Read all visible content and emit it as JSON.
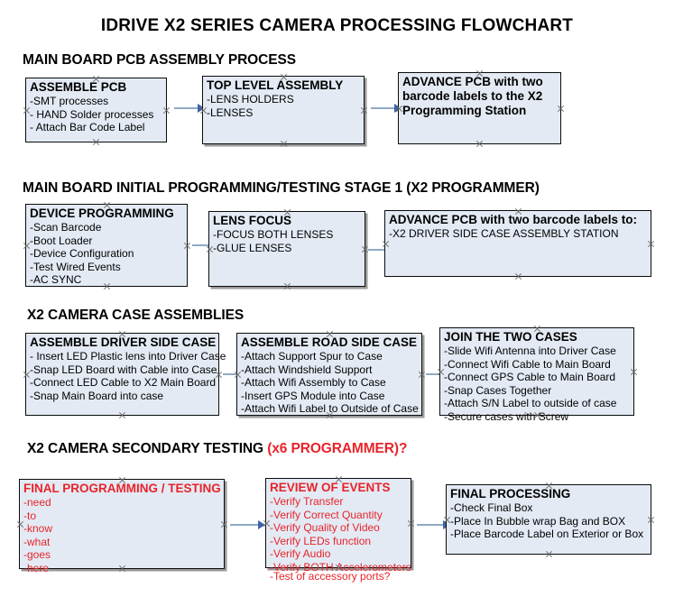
{
  "document": {
    "title": "IDRIVE X2  SERIES CAMERA PROCESSING FLOWCHART"
  },
  "colors": {
    "node_fill": "#e3eaf4",
    "node_border": "#0b0b0b",
    "accent_red": "#e8242a",
    "arrow_line": "#8fa9c4",
    "arrow_head": "#3f63a8"
  },
  "sections": [
    {
      "heading": "MAIN BOARD PCB ASSEMBLY PROCESS",
      "heading_accent": "",
      "nodes": [
        {
          "title": "ASSEMBLE PCB",
          "lines": [
            "-SMT processes",
            "- HAND Solder processes",
            "- Attach Bar Code Label"
          ]
        },
        {
          "title": "TOP LEVEL ASSEMBLY",
          "lines": [
            "-LENS HOLDERS",
            "-LENSES"
          ]
        },
        {
          "title": "ADVANCE PCB with two barcode labels to the  X2 Programming Station",
          "lines": []
        }
      ]
    },
    {
      "heading": "MAIN BOARD INITIAL PROGRAMMING/TESTING STAGE 1 (X2 PROGRAMMER)",
      "heading_accent": "",
      "nodes": [
        {
          "title": "DEVICE PROGRAMMING",
          "lines": [
            "-Scan Barcode",
            "-Boot Loader",
            "-Device Configuration",
            "-Test Wired Events",
            "-AC SYNC"
          ]
        },
        {
          "title": "LENS FOCUS",
          "lines": [
            "-FOCUS BOTH LENSES",
            "-GLUE LENSES"
          ]
        },
        {
          "title": "ADVANCE PCB with two barcode labels to:",
          "lines": [
            "-X2 DRIVER  SIDE  CASE  ASSEMBLY STATION"
          ]
        }
      ]
    },
    {
      "heading": "X2 CAMERA CASE ASSEMBLIES",
      "heading_accent": "",
      "nodes": [
        {
          "title": "ASSEMBLE DRIVER SIDE CASE",
          "lines": [
            "- Insert LED Plastic lens into Driver Case",
            "-Snap LED Board with Cable into Case",
            "-Connect LED Cable to X2 Main Board",
            "-Snap Main Board into case"
          ]
        },
        {
          "title": "ASSEMBLE ROAD SIDE CASE",
          "lines": [
            "-Attach Support Spur to Case",
            "-Attach Windshield Support",
            "-Attach Wifi Assembly to Case",
            "-Insert GPS Module into Case",
            "-Attach Wifi Label to Outside of Case"
          ]
        },
        {
          "title": "JOIN THE TWO CASES",
          "lines": [
            "-Slide Wifi Antenna into Driver Case",
            "-Connect Wifi Cable to Main Board",
            "-Connect GPS Cable to Main Board",
            "-Snap Cases Together",
            "-Attach S/N Label to outside of case",
            "-Secure cases with Screw"
          ]
        }
      ]
    },
    {
      "heading": "X2 CAMERA SECONDARY TESTING ",
      "heading_accent": "(x6 PROGRAMMER)?",
      "nodes": [
        {
          "title": "FINAL PROGRAMMING / TESTING",
          "lines": [
            "-need",
            "-to",
            "-know",
            "-what",
            "-goes",
            "-here"
          ]
        },
        {
          "title": "REVIEW OF EVENTS",
          "lines": [
            "-Verify Transfer",
            "-Verify Correct Quantity",
            "-Verify Quality of Video",
            "-Verify LEDs function",
            "-Verify Audio",
            "-Verify BOTH Accelerometers"
          ],
          "overflow_line": "-Test of accessory ports?"
        },
        {
          "title": "FINAL PROCESSING",
          "lines": [
            " -Check Final Box",
            "-Place In Bubble wrap Bag and BOX",
            "-Place Barcode Label on Exterior or Box"
          ]
        }
      ]
    }
  ]
}
